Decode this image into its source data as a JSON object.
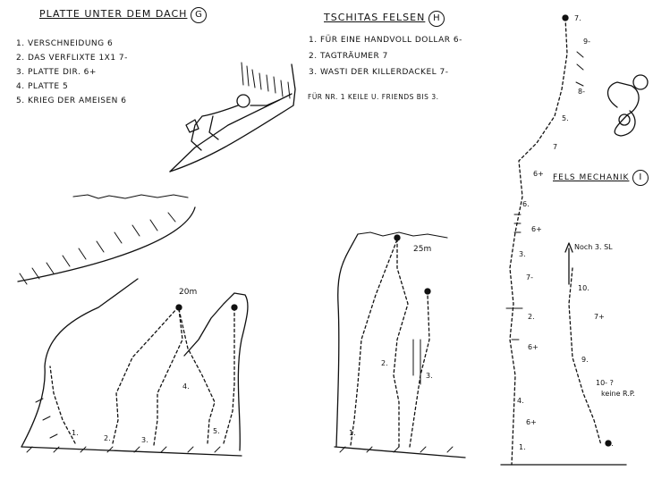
{
  "section_g": {
    "title": "Platte unter dem Dach",
    "badge": "G",
    "routes": [
      "1. Verschneidung 6",
      "2. Das verflixte 1x1 7-",
      "3. Platte dir. 6+",
      "4. Platte 5",
      "5. Krieg der Ameisen 6"
    ],
    "height": "20m",
    "route_numbers": [
      "1.",
      "2.",
      "3.",
      "4.",
      "5."
    ]
  },
  "section_h": {
    "title": "Tschitas Felsen",
    "badge": "H",
    "routes": [
      "1. Für eine Handvoll Dollar 6-",
      "2. Tagträumer 7",
      "3. Wasti der Killerdackel 7-"
    ],
    "note": "Für Nr. 1  Keile u. Friends bis 3.",
    "height": "25m",
    "route_numbers": [
      "1.",
      "2.",
      "3."
    ]
  },
  "section_i": {
    "title": "Fels Mechanik",
    "badge": "I",
    "note": "Noch 3. SL",
    "note2": "keine R.P.",
    "pitch_numbers": [
      "1.",
      "2.",
      "3.",
      "4.",
      "5.",
      "6.",
      "7.",
      "8.",
      "9.",
      "10."
    ],
    "grades": [
      "9-",
      "8-",
      "7",
      "6+",
      "7-",
      "6+",
      "6+",
      "6+",
      "7+",
      "10- ?"
    ]
  }
}
